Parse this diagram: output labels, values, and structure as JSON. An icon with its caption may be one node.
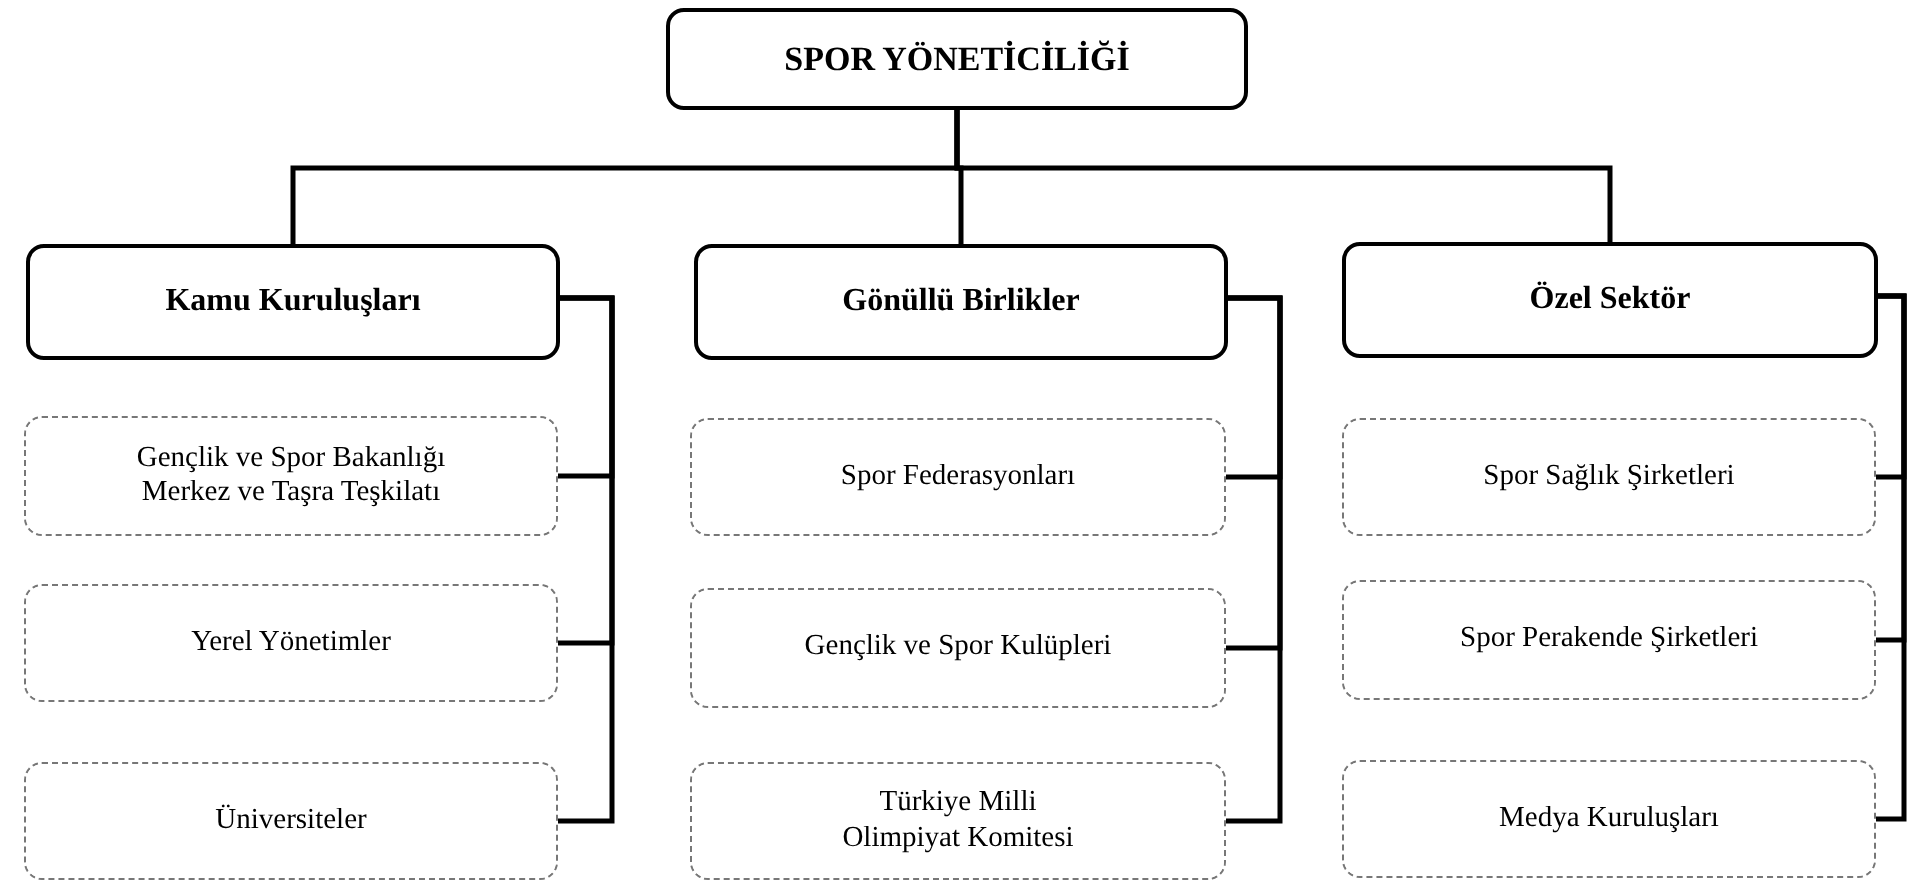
{
  "diagram": {
    "nodes": [
      {
        "text": [
          "SPOR YÖNETİCİLİĞİ"
        ]
      },
      {
        "text": [
          "Kamu Kuruluşları"
        ]
      },
      {
        "text": [
          "Gençlik ve Spor Bakanlığı Merkez ve Taşra Teşkilatı"
        ]
      },
      {
        "text": [
          "Yerel Yönetimler"
        ]
      },
      {
        "text": [
          "Üniversiteler"
        ]
      },
      {
        "text": [
          "Gönüllü Birlikler"
        ]
      },
      {
        "text": [
          "Spor Federasyonları"
        ]
      },
      {
        "text": [
          "Gençlik ve Spor Kulüpleri"
        ]
      },
      {
        "text": [
          "Türkiye Milli Olimpiyat Komitesi"
        ]
      },
      {
        "text": [
          "Özel Sektör"
        ]
      },
      {
        "text": [
          "Spor Sağlık Şirketleri"
        ]
      },
      {
        "text": [
          "Spor Perakende Şirketleri"
        ]
      },
      {
        "text": [
          "Medya Kuruluşları"
        ]
      }
    ],
    "edges": [
      {
        "from": 0,
        "to": 1,
        "arrow": "none"
      },
      {
        "from": 0,
        "to": 5,
        "arrow": "none"
      },
      {
        "from": 0,
        "to": 9,
        "arrow": "none"
      },
      {
        "from": 1,
        "to": 2,
        "arrow": "none"
      },
      {
        "from": 1,
        "to": 3,
        "arrow": "none"
      },
      {
        "from": 1,
        "to": 4,
        "arrow": "none"
      },
      {
        "from": 5,
        "to": 6,
        "arrow": "none"
      },
      {
        "from": 5,
        "to": 7,
        "arrow": "none"
      },
      {
        "from": 5,
        "to": 8,
        "arrow": "none"
      },
      {
        "from": 9,
        "to": 10,
        "arrow": "none"
      },
      {
        "from": 9,
        "to": 11,
        "arrow": "none"
      },
      {
        "from": 9,
        "to": 12,
        "arrow": "none"
      }
    ]
  }
}
